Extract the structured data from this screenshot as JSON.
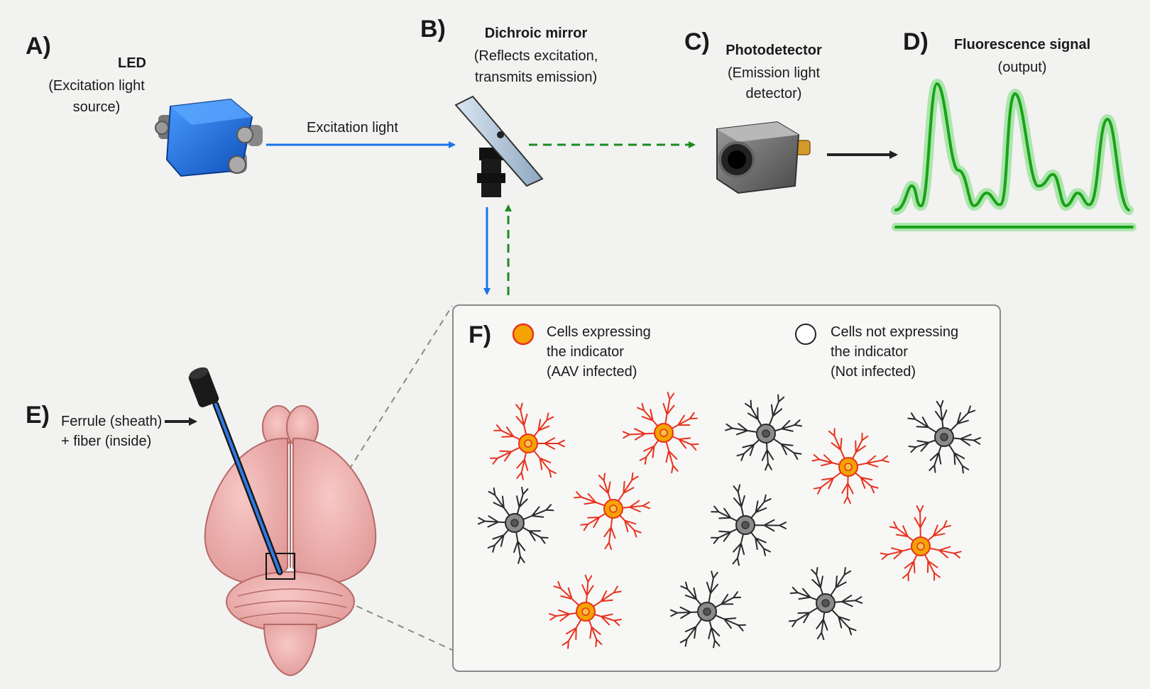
{
  "panels": {
    "a": {
      "letter": "A)",
      "title": "LED",
      "sub1": "(Excitation light",
      "sub2": "source)"
    },
    "b": {
      "letter": "B)",
      "title": "Dichroic mirror",
      "sub1": "(Reflects excitation,",
      "sub2": "transmits emission)"
    },
    "c": {
      "letter": "C)",
      "title": "Photodetector",
      "sub1": "(Emission light",
      "sub2": "detector)"
    },
    "d": {
      "letter": "D)",
      "title": "Fluorescence signal",
      "sub1": "(output)"
    },
    "e": {
      "letter": "E)",
      "line1": "Ferrule (sheath)",
      "line2": "+ fiber (inside)"
    },
    "f": {
      "letter": "F)",
      "expressing": {
        "line1": "Cells expressing",
        "line2": "the indicator",
        "line3": "(AAV infected)"
      },
      "not_expressing": {
        "line1": "Cells not expressing",
        "line2": "the indicator",
        "line3": "(Not infected)"
      }
    }
  },
  "excitation_label": "Excitation light",
  "colors": {
    "excitation": "#1a73e8",
    "emission": "#1e8a1e",
    "signal": "#19a319",
    "led_body": "#1f6fe0",
    "infected_cell": "#e8321e",
    "infected_soma": "#f5a300",
    "uninfected_cell": "#2a2a2a",
    "brain": "#efb0ae"
  },
  "icons": {
    "led": "led-cube-icon",
    "mirror": "dichroic-mirror-icon",
    "detector": "photodetector-icon",
    "signal": "fluorescence-trace-icon",
    "brain": "mouse-brain-icon",
    "fiber": "optical-fiber-icon"
  }
}
